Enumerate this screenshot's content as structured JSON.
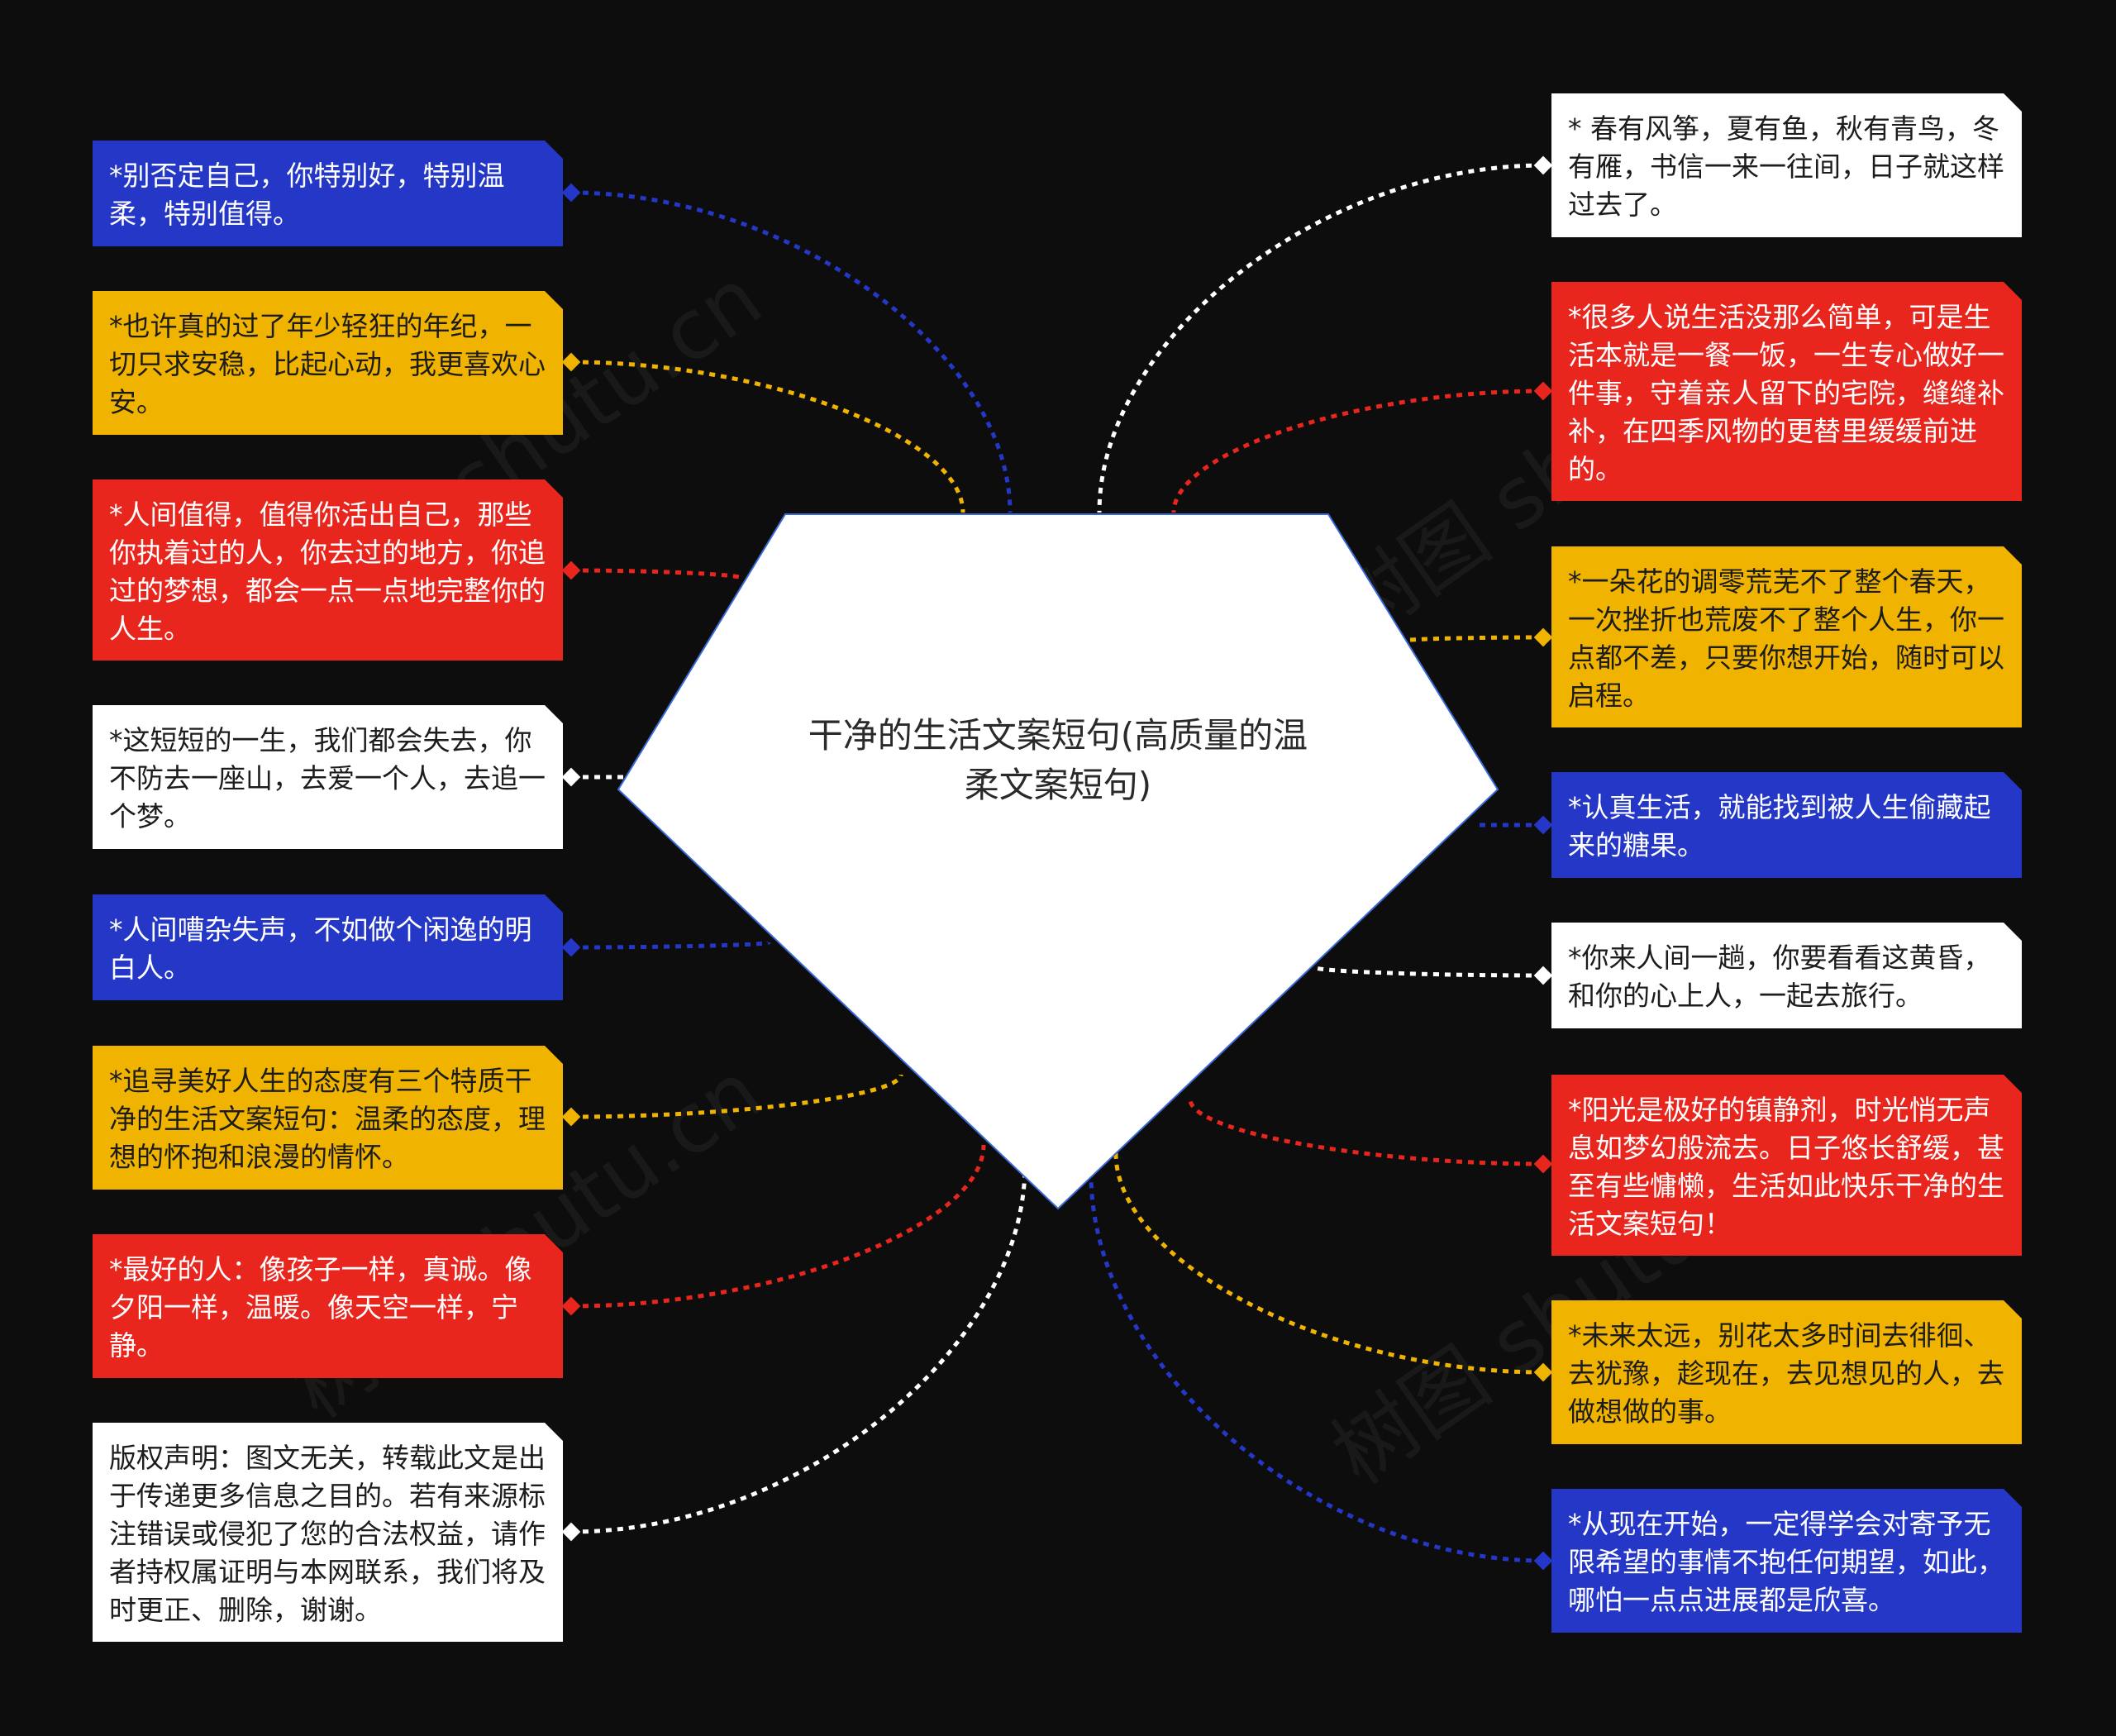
{
  "central_topic": "干净的生活文案短句(高质量的温柔文案短句)",
  "watermark": "树图 shutu.cn",
  "colors": {
    "blue": "#2437c7",
    "yellow": "#f0b400",
    "red": "#e8261e",
    "white": "#ffffff",
    "background": "#0d0d0e"
  },
  "left_nodes": [
    {
      "text": "*别否定自己，你特别好，特别温柔，特别值得。",
      "color": "blue"
    },
    {
      "text": "*也许真的过了年少轻狂的年纪，一切只求安稳，比起心动，我更喜欢心安。",
      "color": "yellow"
    },
    {
      "text": "*人间值得，值得你活出自己，那些你执着过的人，你去过的地方，你追过的梦想，都会一点一点地完整你的人生。",
      "color": "red"
    },
    {
      "text": "*这短短的一生，我们都会失去，你不防去一座山，去爱一个人，去追一个梦。",
      "color": "white"
    },
    {
      "text": "*人间嘈杂失声，不如做个闲逸的明白人。",
      "color": "blue"
    },
    {
      "text": "*追寻美好人生的态度有三个特质干净的生活文案短句：温柔的态度，理想的怀抱和浪漫的情怀。",
      "color": "yellow"
    },
    {
      "text": "*最好的人：像孩子一样，真诚。像夕阳一样，温暖。像天空一样，宁静。",
      "color": "red"
    },
    {
      "text": "版权声明：图文无关，转载此文是出于传递更多信息之目的。若有来源标注错误或侵犯了您的合法权益，请作者持权属证明与本网联系，我们将及时更正、删除，谢谢。",
      "color": "white"
    }
  ],
  "right_nodes": [
    {
      "text": "* 春有风筝，夏有鱼，秋有青鸟，冬有雁，书信一来一往间，日子就这样过去了。",
      "color": "white"
    },
    {
      "text": "*很多人说生活没那么简单，可是生活本就是一餐一饭，一生专心做好一件事，守着亲人留下的宅院，缝缝补补，在四季风物的更替里缓缓前进的。",
      "color": "red"
    },
    {
      "text": "*一朵花的调零荒芜不了整个春天，一次挫折也荒废不了整个人生，你一点都不差，只要你想开始，随时可以启程。",
      "color": "yellow"
    },
    {
      "text": "*认真生活，就能找到被人生偷藏起来的糖果。",
      "color": "blue"
    },
    {
      "text": "*你来人间一趟，你要看看这黄昏，和你的心上人，一起去旅行。",
      "color": "white"
    },
    {
      "text": "*阳光是极好的镇静剂，时光悄无声息如梦幻般流去。日子悠长舒缓，甚至有些慵懒，生活如此快乐干净的生活文案短句！",
      "color": "red"
    },
    {
      "text": "*未来太远，别花太多时间去徘徊、去犹豫，趁现在，去见想见的人，去做想做的事。",
      "color": "yellow"
    },
    {
      "text": "*从现在开始，一定得学会对寄予无限希望的事情不抱任何期望，如此，哪怕一点点进展都是欣喜。",
      "color": "blue"
    }
  ]
}
